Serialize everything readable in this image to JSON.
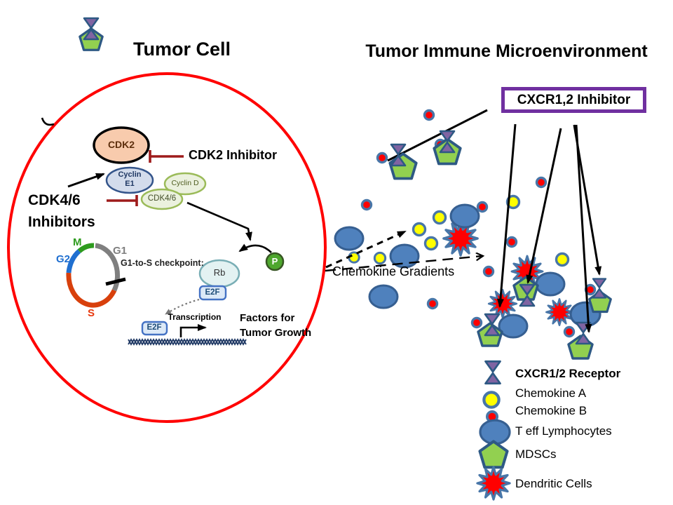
{
  "titles": {
    "tumor_cell": "Tumor Cell",
    "microenvironment": "Tumor Immune Microenvironment"
  },
  "pathway": {
    "cdk2": "CDK2",
    "cyclin_e_line1": "Cyclin",
    "cyclin_e_line2": "E1",
    "cyclin_d": "Cyclin D",
    "cdk46": "CDK4/6",
    "rb": "Rb",
    "e2f_top": "E2F",
    "e2f_bottom": "E2F",
    "p": "P",
    "cdk2_inhibitor": "CDK2 Inhibitor",
    "cdk46_inhibitors_line1": "CDK4/6",
    "cdk46_inhibitors_line2": "Inhibitors",
    "checkpoint": "G1-to-S checkpoint:",
    "transcription": "Transcription",
    "factors_line1": "Factors for",
    "factors_line2": "Tumor Growth",
    "phase_m": "M",
    "phase_g1": "G1",
    "phase_g2": "G2",
    "phase_s": "S"
  },
  "microenvironment": {
    "inhibitor_box": "CXCR1,2 Inhibitor",
    "chemokine_gradients": "Chemokine Gradients"
  },
  "legend": {
    "items": [
      {
        "icon": "cxcr12-receptor-icon",
        "label": "CXCR1/2 Receptor"
      },
      {
        "icon": "chemokine-a-icon",
        "label": "Chemokine A"
      },
      {
        "icon": "chemokine-b-icon",
        "label": "Chemokine B"
      },
      {
        "icon": "t-eff-lymphocyte-icon",
        "label": "T eff Lymphocytes"
      },
      {
        "icon": "mdsc-icon",
        "label": "MDSCs"
      },
      {
        "icon": "dendritic-cell-icon",
        "label": "Dendritic Cells"
      }
    ]
  },
  "colors": {
    "red_circle": "#FF0000",
    "inhibitor_red": "#9E1B1B",
    "box_purple": "#7030A0",
    "mdsc_green": "#92D050",
    "receptor_purple": "#8064A2",
    "cell_navy": "#2E5984",
    "tcell_blue": "#4F81BD",
    "tcell_border": "#365F91",
    "chem_yellow": "#FFFF00",
    "chem_red": "#FF0000",
    "blob_outline": "#4876A8",
    "cdk2_fill": "#F8CBAD",
    "cyclin_e_fill": "#D3DCEC",
    "green_node_fill": "#EBF1DE",
    "rb_fill": "#E3F2F2",
    "e2f_fill": "#DCE9F7",
    "p_green": "#4EA72E",
    "dna_navy": "#1F3864",
    "phase_m_color": "#2E9B1E",
    "phase_g1_color": "#7F7F7F",
    "phase_g2_color": "#1F6FD0",
    "phase_s_color": "#D8400C"
  }
}
